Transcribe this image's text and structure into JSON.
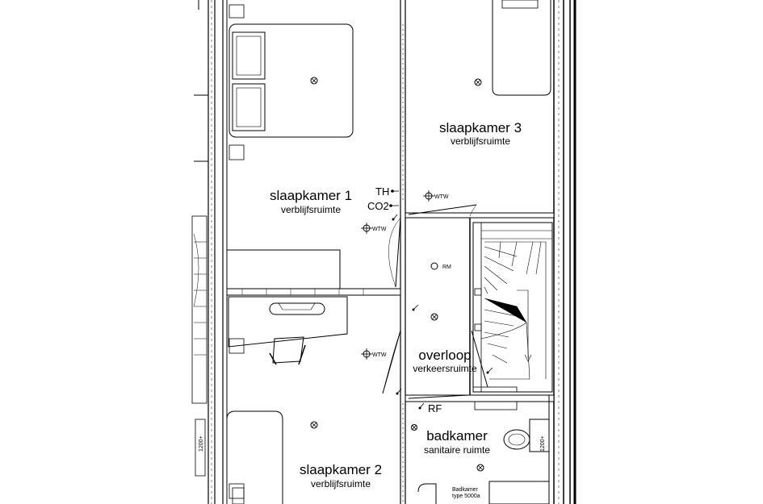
{
  "rooms": {
    "slaapkamer1": {
      "name": "slaapkamer 1",
      "type": "verblijfsruimte"
    },
    "slaapkamer2": {
      "name": "slaapkamer 2",
      "type": "verblijfsruimte"
    },
    "slaapkamer3": {
      "name": "slaapkamer 3",
      "type": "verblijfsruimte"
    },
    "overloop": {
      "name": "overloop",
      "type": "verkeersruimte"
    },
    "badkamer": {
      "name": "badkamer",
      "type": "sanitaire ruimte"
    }
  },
  "symbols": {
    "th": "TH",
    "co2": "CO2",
    "wtw": "WTW",
    "rm": "RM",
    "rf": "RF",
    "dim_1200": "1200+",
    "badkamer_type_line1": "Badkamer",
    "badkamer_type_line2": "type 5000a"
  }
}
